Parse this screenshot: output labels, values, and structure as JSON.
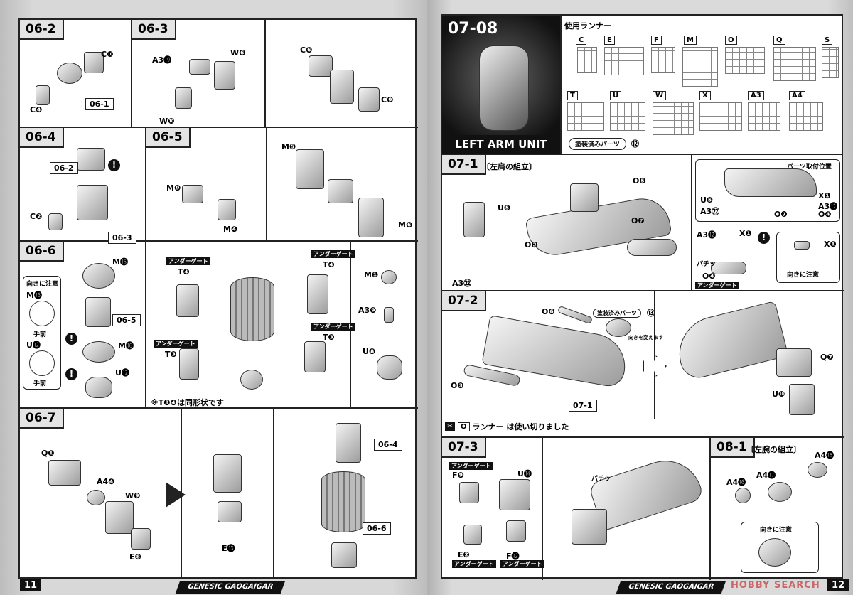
{
  "left_page": {
    "page_number": "11",
    "footer_title": "GENESIC GAOGAIGAR",
    "steps": {
      "s06_2": {
        "label": "06-2",
        "callouts": [
          "C❿",
          "C❹"
        ],
        "ref": "06-1"
      },
      "s06_3": {
        "label": "06-3",
        "callouts": [
          "A3⓳",
          "W❻",
          "W❿"
        ]
      },
      "s06_3b": {
        "callouts": [
          "C❻",
          "C❾"
        ]
      },
      "s06_4": {
        "label": "06-4",
        "callouts": [
          "C❷"
        ],
        "refs": [
          "06-2",
          "06-3"
        ],
        "alert": "!"
      },
      "s06_5": {
        "label": "06-5",
        "callouts": [
          "M❾",
          "M❹"
        ]
      },
      "s06_5b": {
        "callouts": [
          "M❺",
          "M❻"
        ]
      },
      "s06_6": {
        "label": "06-6",
        "callouts": [
          "M⓯",
          "M⓰",
          "U⓬"
        ],
        "ref": "06-5",
        "orient_note": {
          "title": "向きに注意",
          "items": [
            "M⓰",
            "手前",
            "U⓬",
            "手前"
          ]
        },
        "alert": "!"
      },
      "s06_6b": {
        "under_gate": "アンダーゲート",
        "callouts": [
          "T❹",
          "T❹",
          "T❸",
          "T❸"
        ],
        "note": "※T❸❹は同形状です"
      },
      "s06_6c": {
        "callouts": [
          "M❶",
          "A3❾",
          "U❽"
        ]
      },
      "s06_7": {
        "label": "06-7",
        "callouts": [
          "Q❶",
          "A4❹",
          "W❾",
          "E❽"
        ]
      },
      "s06_7b": {
        "callouts": [
          "E⓭"
        ]
      },
      "s06_7c": {
        "refs": [
          "06-4",
          "06-6"
        ]
      }
    }
  },
  "right_page": {
    "page_number": "12",
    "footer_title": "GENESIC GAOGAIGAR",
    "watermark": "HOBBY SEARCH",
    "header": {
      "step": "07-08",
      "title": "LEFT ARM UNIT",
      "runners_title": "使用ランナー",
      "runners": [
        "C",
        "E",
        "F",
        "M",
        "O",
        "Q",
        "S",
        "T",
        "U",
        "W",
        "X",
        "A3",
        "A4"
      ],
      "painted_parts": "塗装済みパーツ",
      "painted_number": "⑫"
    },
    "steps": {
      "s07_1": {
        "label": "07-1",
        "subtitle": "〔左肩の組立〕",
        "callouts": [
          "U❺",
          "A3㉒",
          "O❷",
          "O❺",
          "O❼"
        ]
      },
      "s07_1b": {
        "title": "パーツ取付位置",
        "callouts": [
          "U❺",
          "A3㉒",
          "X❶",
          "A3⓬",
          "O❹",
          "O❼",
          "A3⓬",
          "X❶",
          "O❹"
        ],
        "snap": "パチッ",
        "under_gate": "アンダーゲート",
        "orient_note": "向きに注意",
        "orient_part": "X❶",
        "alert": "!"
      },
      "s07_2": {
        "label": "07-2",
        "callouts": [
          "O❻",
          "O❸"
        ],
        "painted_parts": "塗装済みパーツ",
        "painted_number": "⑬",
        "ref": "07-1",
        "turn_note": "向きを変えます",
        "runner_note_letter": "O",
        "runner_note": "ランナー は使い切りました"
      },
      "s07_2b": {
        "callouts": [
          "Q❼",
          "U❿"
        ]
      },
      "s07_3": {
        "label": "07-3",
        "under_gate": "アンダーゲート",
        "callouts": [
          "F❾",
          "U⓮",
          "E❷",
          "F⓬"
        ]
      },
      "s07_3b": {
        "snap": "パチッ"
      },
      "s08_1": {
        "label": "08-1",
        "subtitle": "〔左腕の組立〕",
        "callouts": [
          "A4⓯",
          "A4⓰",
          "A4⓱"
        ],
        "orient_note": "向きに注意"
      }
    }
  }
}
